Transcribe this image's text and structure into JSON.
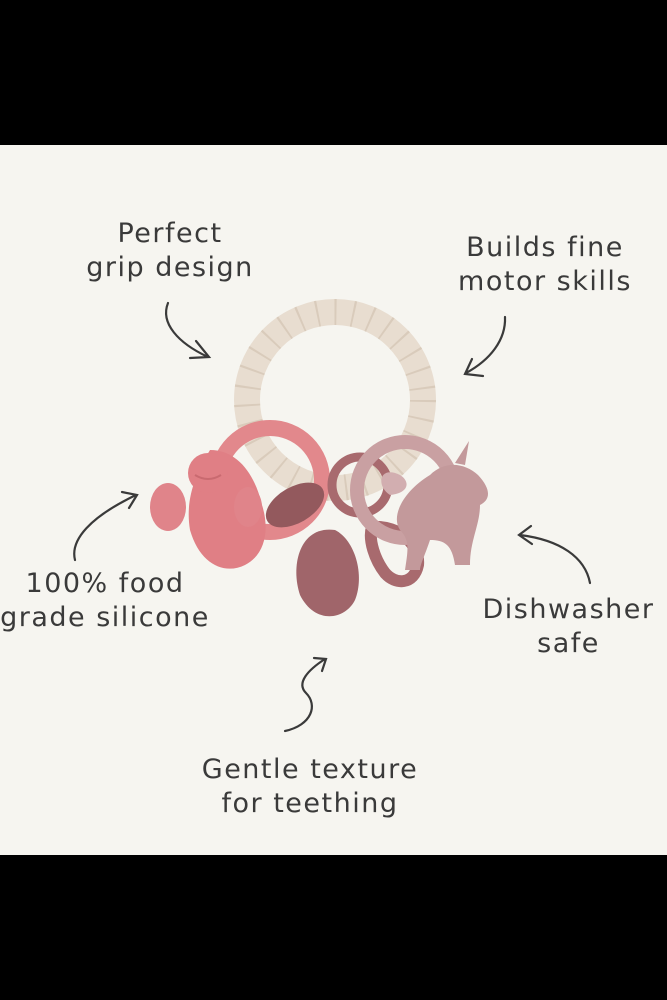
{
  "callouts": {
    "grip": "Perfect\ngrip design",
    "motor": "Builds fine\nmotor skills",
    "food": "100% food\ngrade silicone",
    "dishwasher": "Dishwasher\nsafe",
    "gentle": "Gentle texture\nfor teething"
  },
  "colors": {
    "background": "#f6f5f0",
    "bar": "#000000",
    "cream_ring": "#e8ddd0",
    "pink": "#e2888c",
    "mauve": "#a86a6e",
    "rose": "#c9a0a2",
    "text": "#3a3a3a"
  }
}
